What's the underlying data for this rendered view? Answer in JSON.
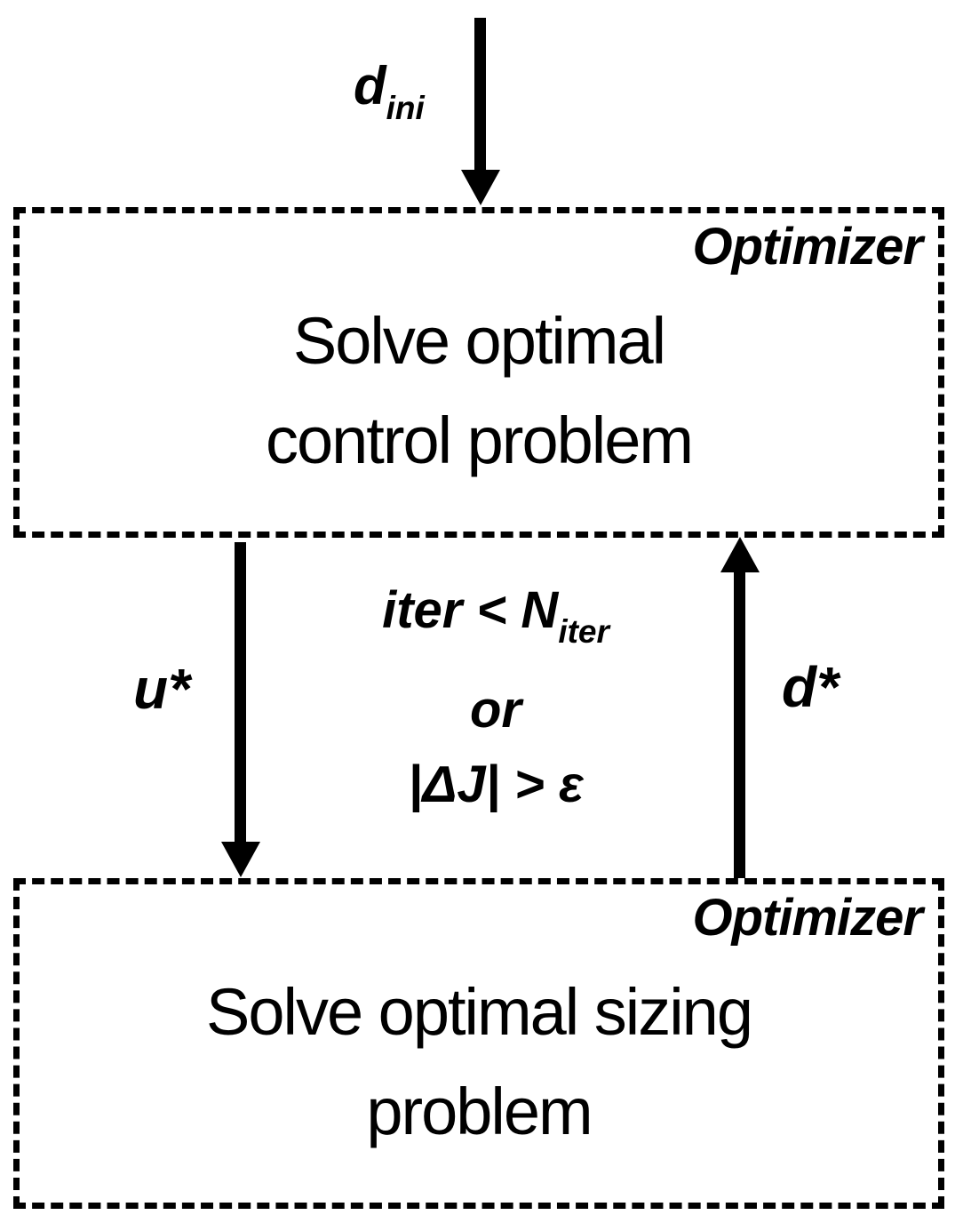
{
  "diagram": {
    "colors": {
      "ink": "#000000",
      "background": "#ffffff"
    },
    "input_label": {
      "base": "d",
      "sub": "ini"
    },
    "control_box": {
      "corner_label": "Optimizer",
      "line1": "Solve optimal",
      "line2": "control problem"
    },
    "sizing_box": {
      "corner_label": "Optimizer",
      "line1": "Solve optimal sizing",
      "line2": "problem"
    },
    "left_arrow_label": "u*",
    "right_arrow_label": "d*",
    "loop_condition": {
      "line1_base": "iter < N",
      "line1_sub": "iter",
      "line2": "or",
      "line3": "|ΔJ| > ε"
    }
  }
}
